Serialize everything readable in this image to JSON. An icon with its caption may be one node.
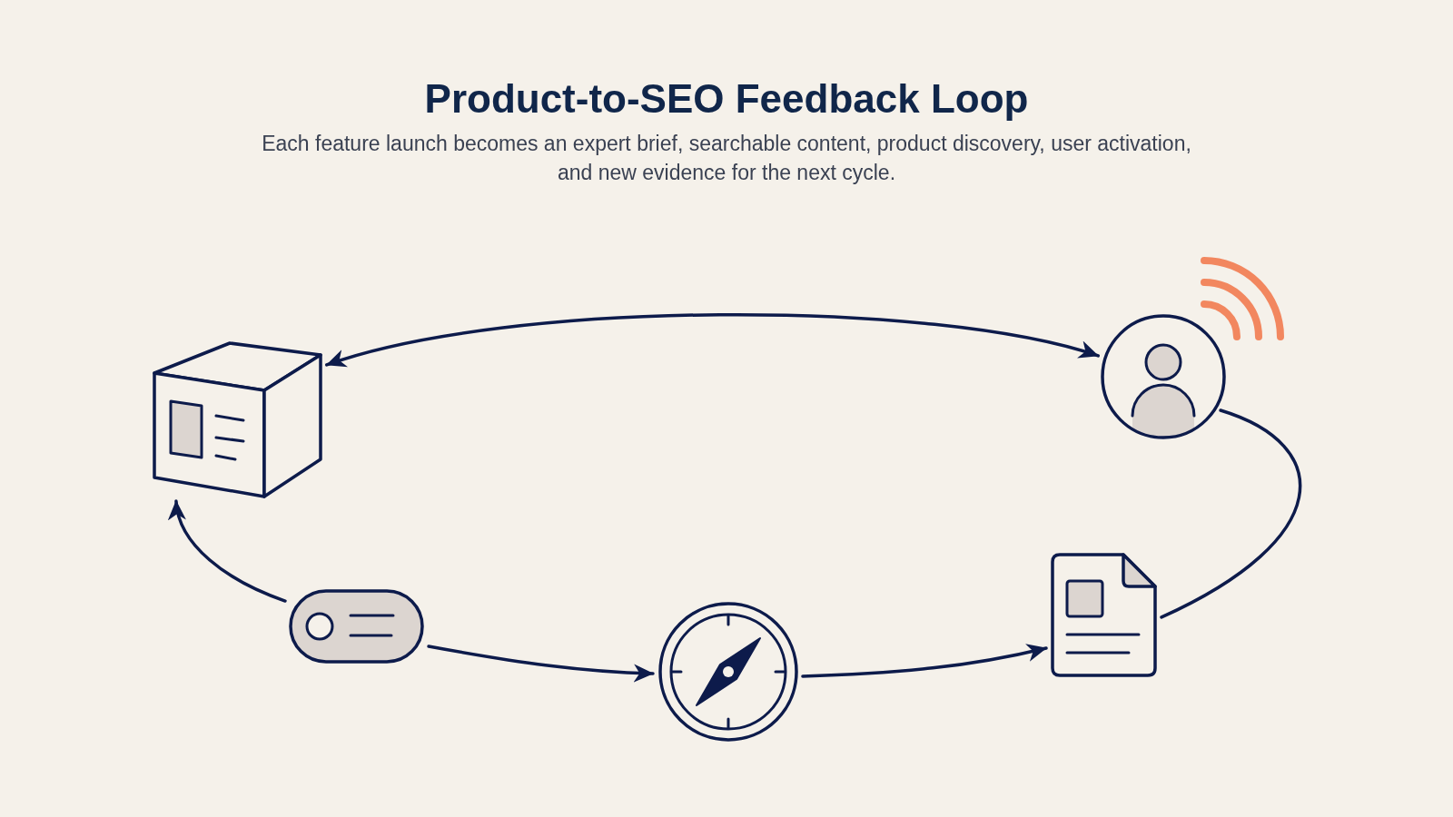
{
  "diagram": {
    "title": "Product-to-SEO Feedback Loop",
    "caption": "Each feature launch becomes an expert brief, searchable content, product discovery, user activation, and new evidence for the next cycle.",
    "nodes": [
      {
        "text": [],
        "shape": "cube"
      },
      {
        "text": [],
        "shape": "person"
      },
      {
        "text": [],
        "shape": "document"
      },
      {
        "text": [],
        "shape": "compass"
      },
      {
        "text": [],
        "shape": "pill"
      }
    ],
    "edges": [
      {
        "from": 0,
        "to": 1,
        "arrow": "both"
      },
      {
        "from": 1,
        "to": 2,
        "arrow": "none"
      },
      {
        "from": 3,
        "to": 2,
        "arrow": "to"
      },
      {
        "from": 4,
        "to": 3,
        "arrow": "to"
      },
      {
        "from": 4,
        "to": 0,
        "arrow": "to"
      }
    ]
  }
}
